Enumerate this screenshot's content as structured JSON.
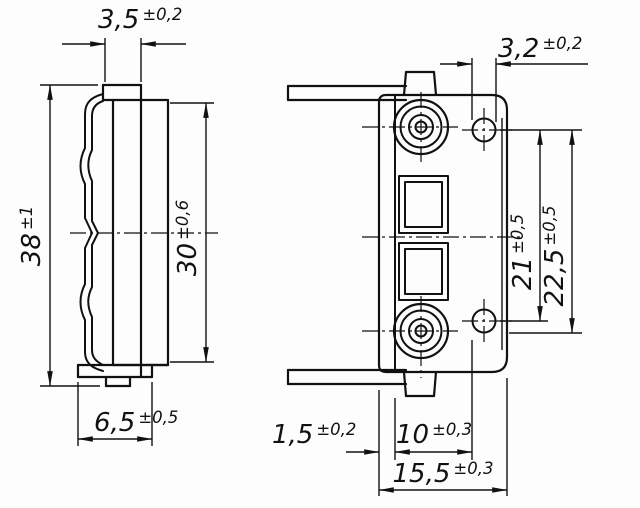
{
  "dims": {
    "d35": {
      "value": "3,5",
      "tol": "±0,2"
    },
    "d32": {
      "value": "3,2",
      "tol": "±0,2"
    },
    "d38": {
      "value": "38",
      "tol": "±1"
    },
    "d30": {
      "value": "30",
      "tol": "±0,6"
    },
    "d21": {
      "value": "21",
      "tol": "±0,5"
    },
    "d225": {
      "value": "22,5",
      "tol": "±0,5"
    },
    "d65": {
      "value": "6,5",
      "tol": "±0,5"
    },
    "d15": {
      "value": "1,5",
      "tol": "±0,2"
    },
    "d10": {
      "value": "10",
      "tol": "±0,3"
    },
    "d155": {
      "value": "15,5",
      "tol": "±0,3"
    }
  }
}
